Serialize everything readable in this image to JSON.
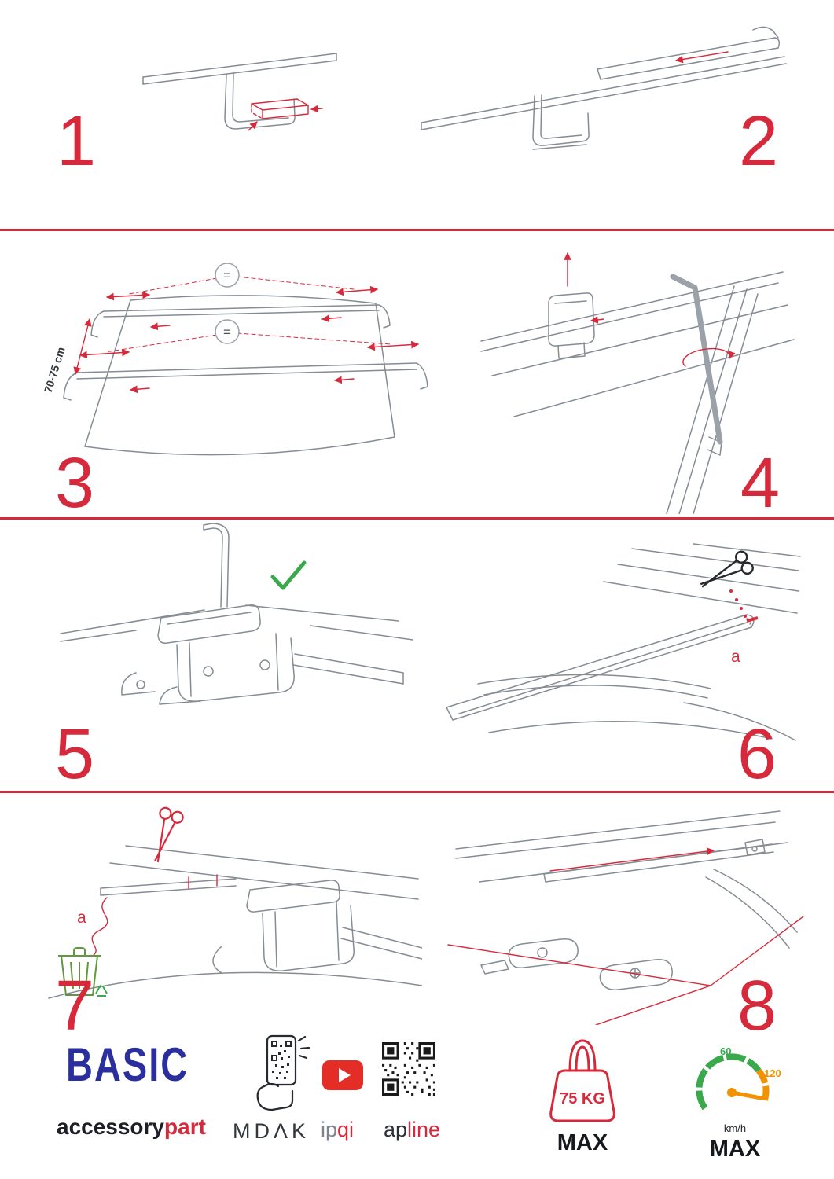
{
  "steps": {
    "s1": {
      "number": "1"
    },
    "s2": {
      "number": "2"
    },
    "s3": {
      "number": "3",
      "equals_top": "=",
      "equals_bottom": "=",
      "measurement": "70-75 cm"
    },
    "s4": {
      "number": "4"
    },
    "s5": {
      "number": "5"
    },
    "s6": {
      "number": "6",
      "part_label": "a"
    },
    "s7": {
      "number": "7",
      "part_label": "a"
    },
    "s8": {
      "number": "8"
    }
  },
  "footer": {
    "brand": {
      "title": "BASIC",
      "name_black": "accessory",
      "name_red": "part"
    },
    "partners": {
      "mdak": "MDΛK",
      "ipqi_gray": "ip",
      "ipqi_red": "qi",
      "apline_black": "ap",
      "apline_red": "line"
    },
    "load": {
      "value": "75 KG",
      "max": "MAX"
    },
    "speed": {
      "low": "60",
      "high": "120",
      "unit": "km/h",
      "max": "MAX"
    }
  },
  "icons": {
    "scissors": "✂",
    "check": "✓",
    "recycle": "♻",
    "youtube_play": "▶"
  },
  "colors": {
    "accent_red": "#d62a3c",
    "brand_blue": "#2b2f9e",
    "ok_green": "#3aa94c",
    "warn_orange": "#f39200",
    "line_gray": "#858c94"
  }
}
